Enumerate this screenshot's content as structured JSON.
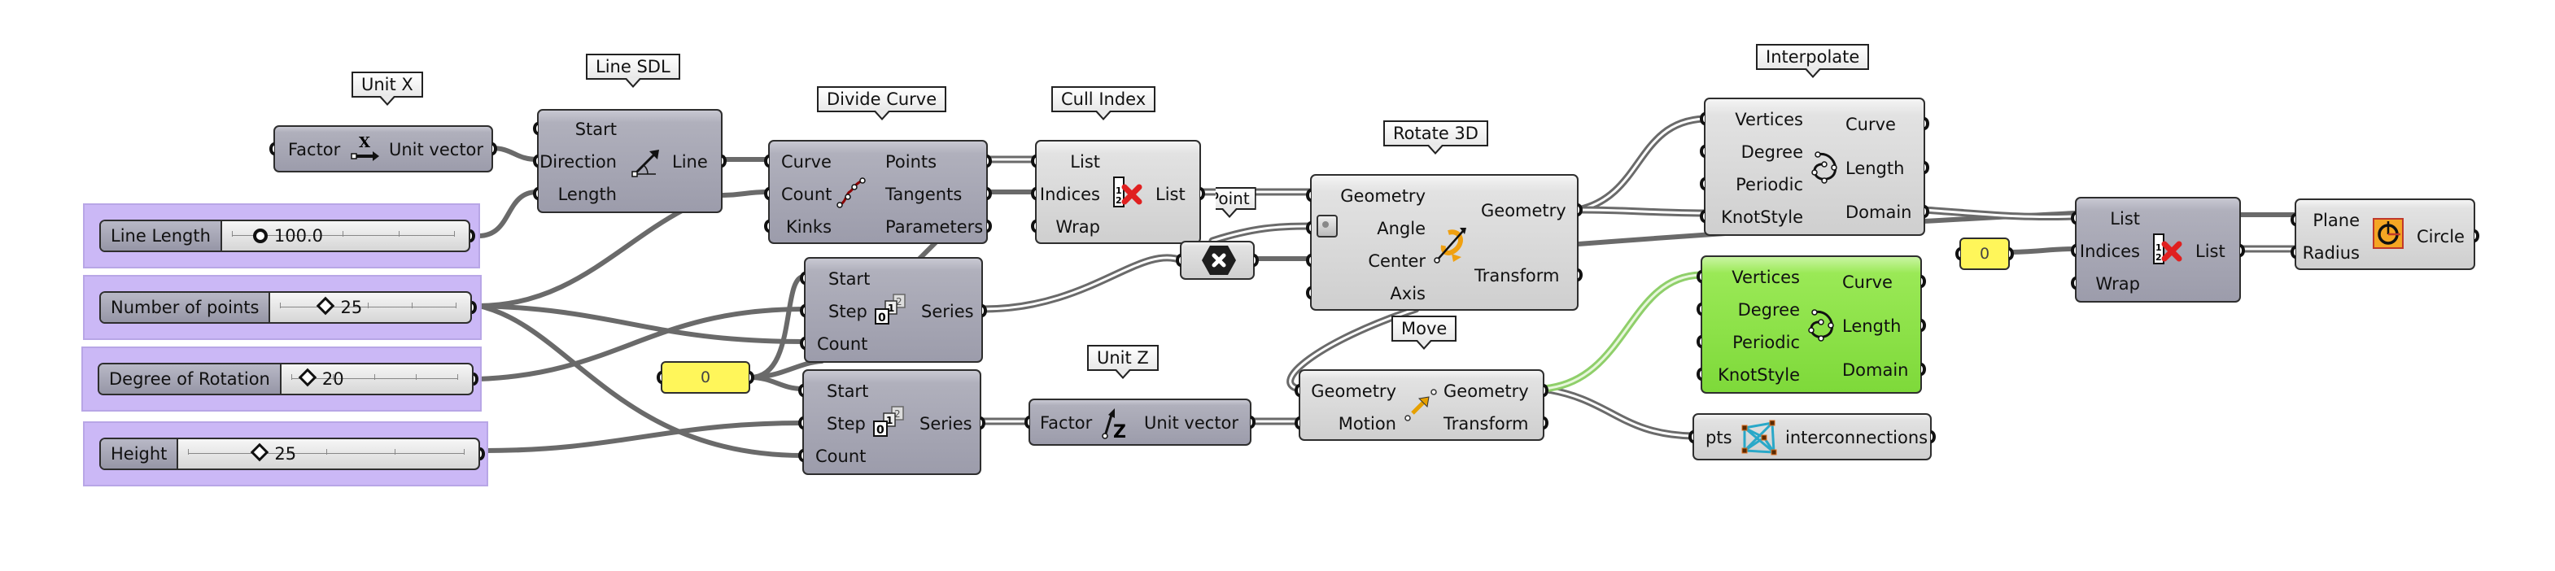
{
  "canvas": {
    "background": "#ffffff",
    "group_color": "#cbb8f6",
    "wire_color": "#6a6a6a",
    "selected_wire_color": "#8fcf6a"
  },
  "sliders": [
    {
      "name": "Line Length",
      "value": "100.0",
      "knob": "circle"
    },
    {
      "name": "Number of points",
      "value": "25",
      "knob": "diamond"
    },
    {
      "name": "Degree of Rotation",
      "value": "20",
      "knob": "diamond"
    },
    {
      "name": "Height",
      "value": "25",
      "knob": "diamond"
    }
  ],
  "panels": [
    {
      "value": "0"
    },
    {
      "value": "0"
    }
  ],
  "components": {
    "unit_x": {
      "tooltip": "Unit X",
      "inputs": [
        "Factor"
      ],
      "outputs": [
        "Unit vector"
      ],
      "icon": "unit-x-icon"
    },
    "line_sdl": {
      "tooltip": "Line SDL",
      "inputs": [
        "Start",
        "Direction",
        "Length"
      ],
      "outputs": [
        "Line"
      ],
      "icon": "line-sdl-icon"
    },
    "divide_curve": {
      "tooltip": "Divide Curve",
      "inputs": [
        "Curve",
        "Count",
        "Kinks"
      ],
      "outputs": [
        "Points",
        "Tangents",
        "Parameters"
      ],
      "icon": "divide-curve-icon"
    },
    "cull_index": {
      "tooltip": "Cull Index",
      "inputs": [
        "List",
        "Indices",
        "Wrap"
      ],
      "outputs": [
        "List"
      ],
      "icon": "cull-index-icon"
    },
    "point": {
      "tooltip": "Point",
      "icon": "point-param-icon"
    },
    "rotate_3d": {
      "tooltip": "Rotate 3D",
      "inputs": [
        "Geometry",
        "Angle",
        "Center",
        "Axis"
      ],
      "outputs": [
        "Geometry",
        "Transform"
      ],
      "icon": "rotate-3d-icon"
    },
    "series_1": {
      "inputs": [
        "Start",
        "Step",
        "Count"
      ],
      "outputs": [
        "Series"
      ],
      "icon": "series-icon"
    },
    "series_2": {
      "inputs": [
        "Start",
        "Step",
        "Count"
      ],
      "outputs": [
        "Series"
      ],
      "icon": "series-icon"
    },
    "unit_z": {
      "tooltip": "Unit Z",
      "inputs": [
        "Factor"
      ],
      "outputs": [
        "Unit vector"
      ],
      "icon": "unit-z-icon"
    },
    "move": {
      "tooltip": "Move",
      "inputs": [
        "Geometry",
        "Motion"
      ],
      "outputs": [
        "Geometry",
        "Transform"
      ],
      "icon": "move-icon"
    },
    "interpolate_1": {
      "tooltip": "Interpolate",
      "inputs": [
        "Vertices",
        "Degree",
        "Periodic",
        "KnotStyle"
      ],
      "outputs": [
        "Curve",
        "Length",
        "Domain"
      ],
      "icon": "interpolate-icon"
    },
    "interpolate_2": {
      "inputs": [
        "Vertices",
        "Degree",
        "Periodic",
        "KnotStyle"
      ],
      "outputs": [
        "Curve",
        "Length",
        "Domain"
      ],
      "icon": "interpolate-icon",
      "selected": true,
      "color": "#8fe64a"
    },
    "interconnections": {
      "inputs": [
        "pts"
      ],
      "outputs": [
        "interconnections"
      ],
      "icon": "interconnections-icon"
    },
    "cull_index_2": {
      "inputs": [
        "List",
        "Indices",
        "Wrap"
      ],
      "outputs": [
        "List"
      ],
      "icon": "cull-index-icon"
    },
    "circle": {
      "inputs": [
        "Plane",
        "Radius"
      ],
      "outputs": [
        "Circle"
      ],
      "icon": "circle-icon"
    }
  }
}
